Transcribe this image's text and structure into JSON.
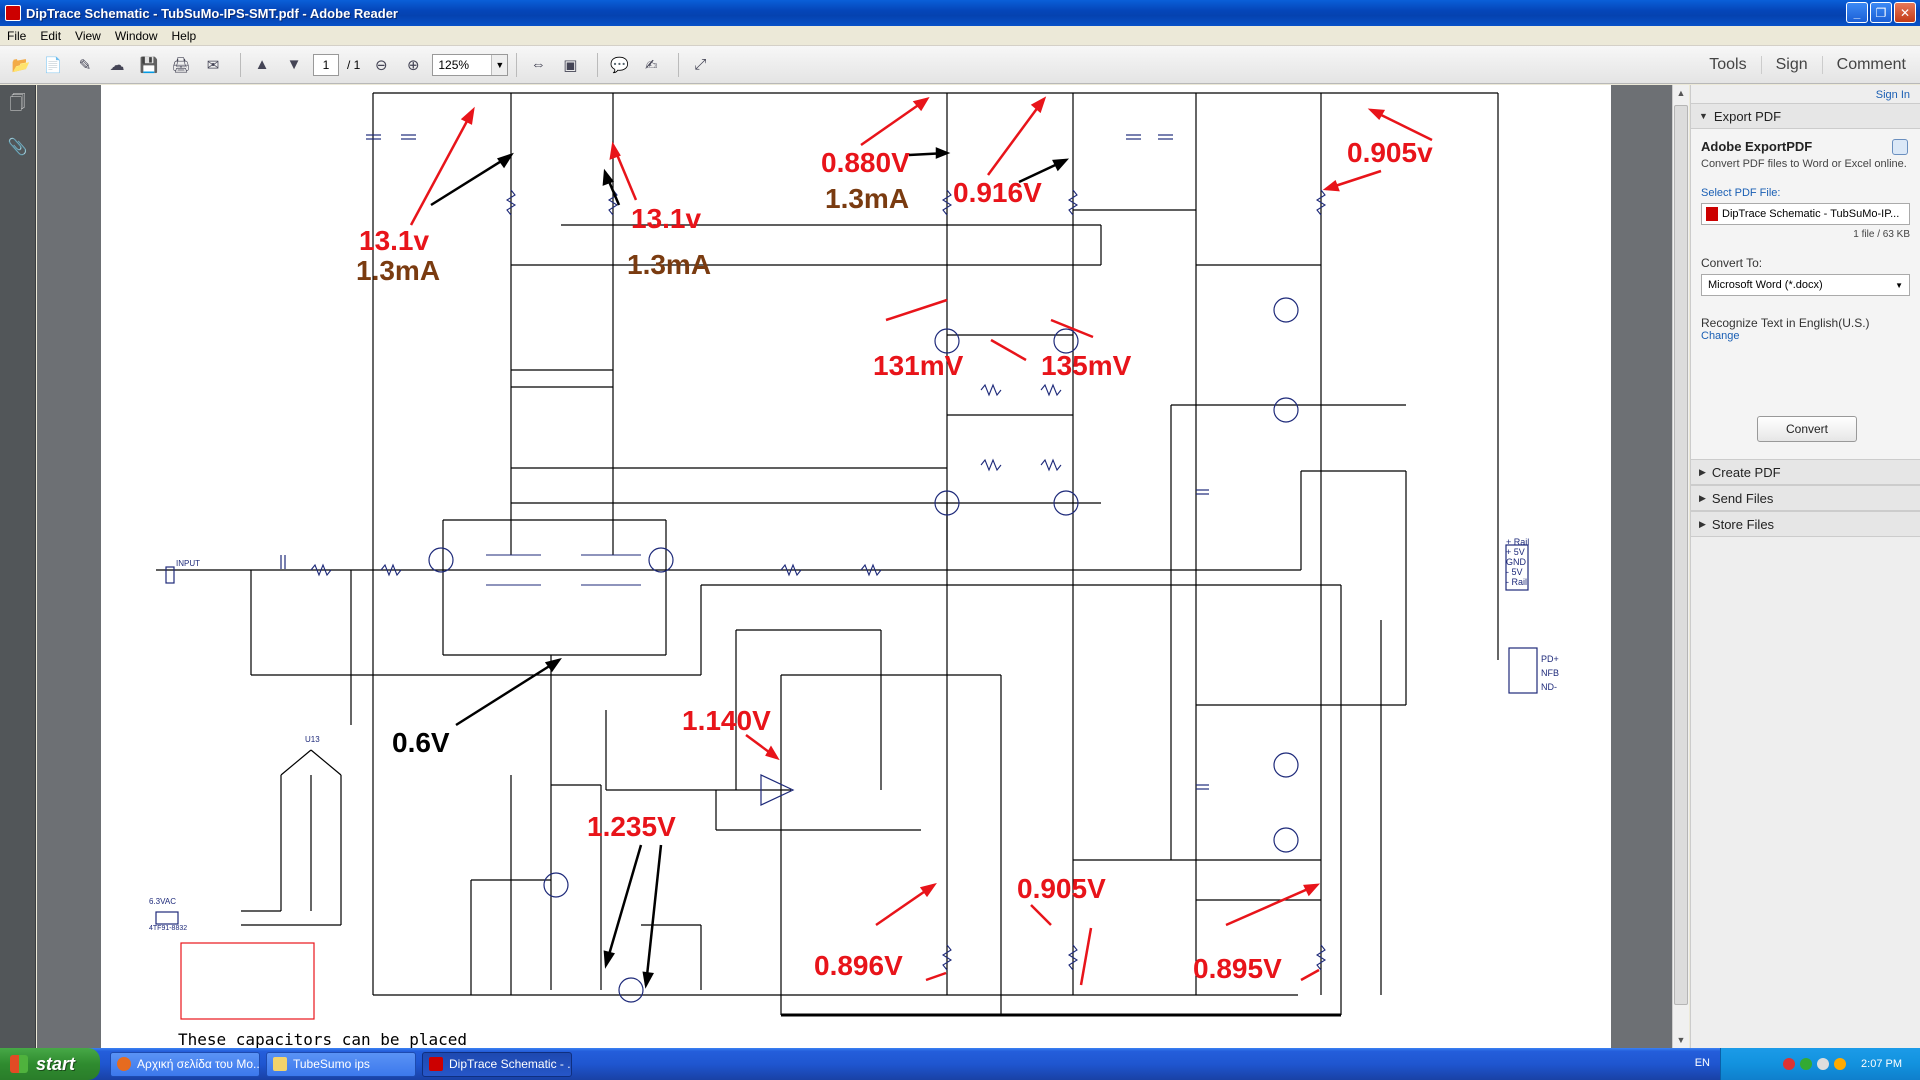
{
  "window": {
    "title": "DipTrace Schematic - TubSuMo-IPS-SMT.pdf - Adobe Reader",
    "buttons": [
      "_",
      "❐",
      "✕"
    ]
  },
  "menu": [
    "File",
    "Edit",
    "View",
    "Window",
    "Help"
  ],
  "toolbar": {
    "page_current": "1",
    "page_total": "/ 1",
    "zoom": "125%",
    "right_tabs": [
      "Tools",
      "Sign",
      "Comment"
    ]
  },
  "right_pane": {
    "sign_in": "Sign In",
    "sections": {
      "export_pdf": "Export PDF",
      "create_pdf": "Create PDF",
      "send_files": "Send Files",
      "store_files": "Store Files"
    },
    "export": {
      "heading": "Adobe ExportPDF",
      "description": "Convert PDF files to Word or Excel online.",
      "select_label": "Select PDF File:",
      "file_name": "DipTrace Schematic - TubSuMo-IP...",
      "file_meta": "1 file / 63 KB",
      "convert_to_label": "Convert To:",
      "convert_to_value": "Microsoft Word (*.docx)",
      "recognize": "Recognize Text in English(U.S.)",
      "change": "Change",
      "convert_button": "Convert"
    }
  },
  "annotations": {
    "a1": "13.1v",
    "a2": "1.3mA",
    "a3": "13.1v",
    "a4": "1.3mA",
    "a5": "0.880V",
    "a6": "1.3mA",
    "a7": "0.916V",
    "a8": "0.905v",
    "a9": "131mV",
    "a10": "135mV",
    "a11": "1.140V",
    "a12": "0.6V",
    "a13": "1.235V",
    "a14": "0.905V",
    "a15": "0.896V",
    "a16": "0.895V"
  },
  "schematic_labels": {
    "connector_j1": [
      "+ Rail",
      "+ 5V",
      "GND",
      "- 5V",
      "- Rail"
    ],
    "connector_j3": [
      "PD+",
      "NFB",
      "ND-"
    ],
    "input": "INPUT",
    "transformer": "6.3VAC",
    "transformer_part": "4TF91-8832",
    "u13": "U13"
  },
  "note": "These capacitors can be placed",
  "taskbar": {
    "start": "start",
    "tasks": [
      "Αρχική σελίδα του Mo...",
      "TubeSumo ips",
      "DipTrace Schematic - ..."
    ],
    "lang": "EN",
    "time": "2:07 PM"
  }
}
